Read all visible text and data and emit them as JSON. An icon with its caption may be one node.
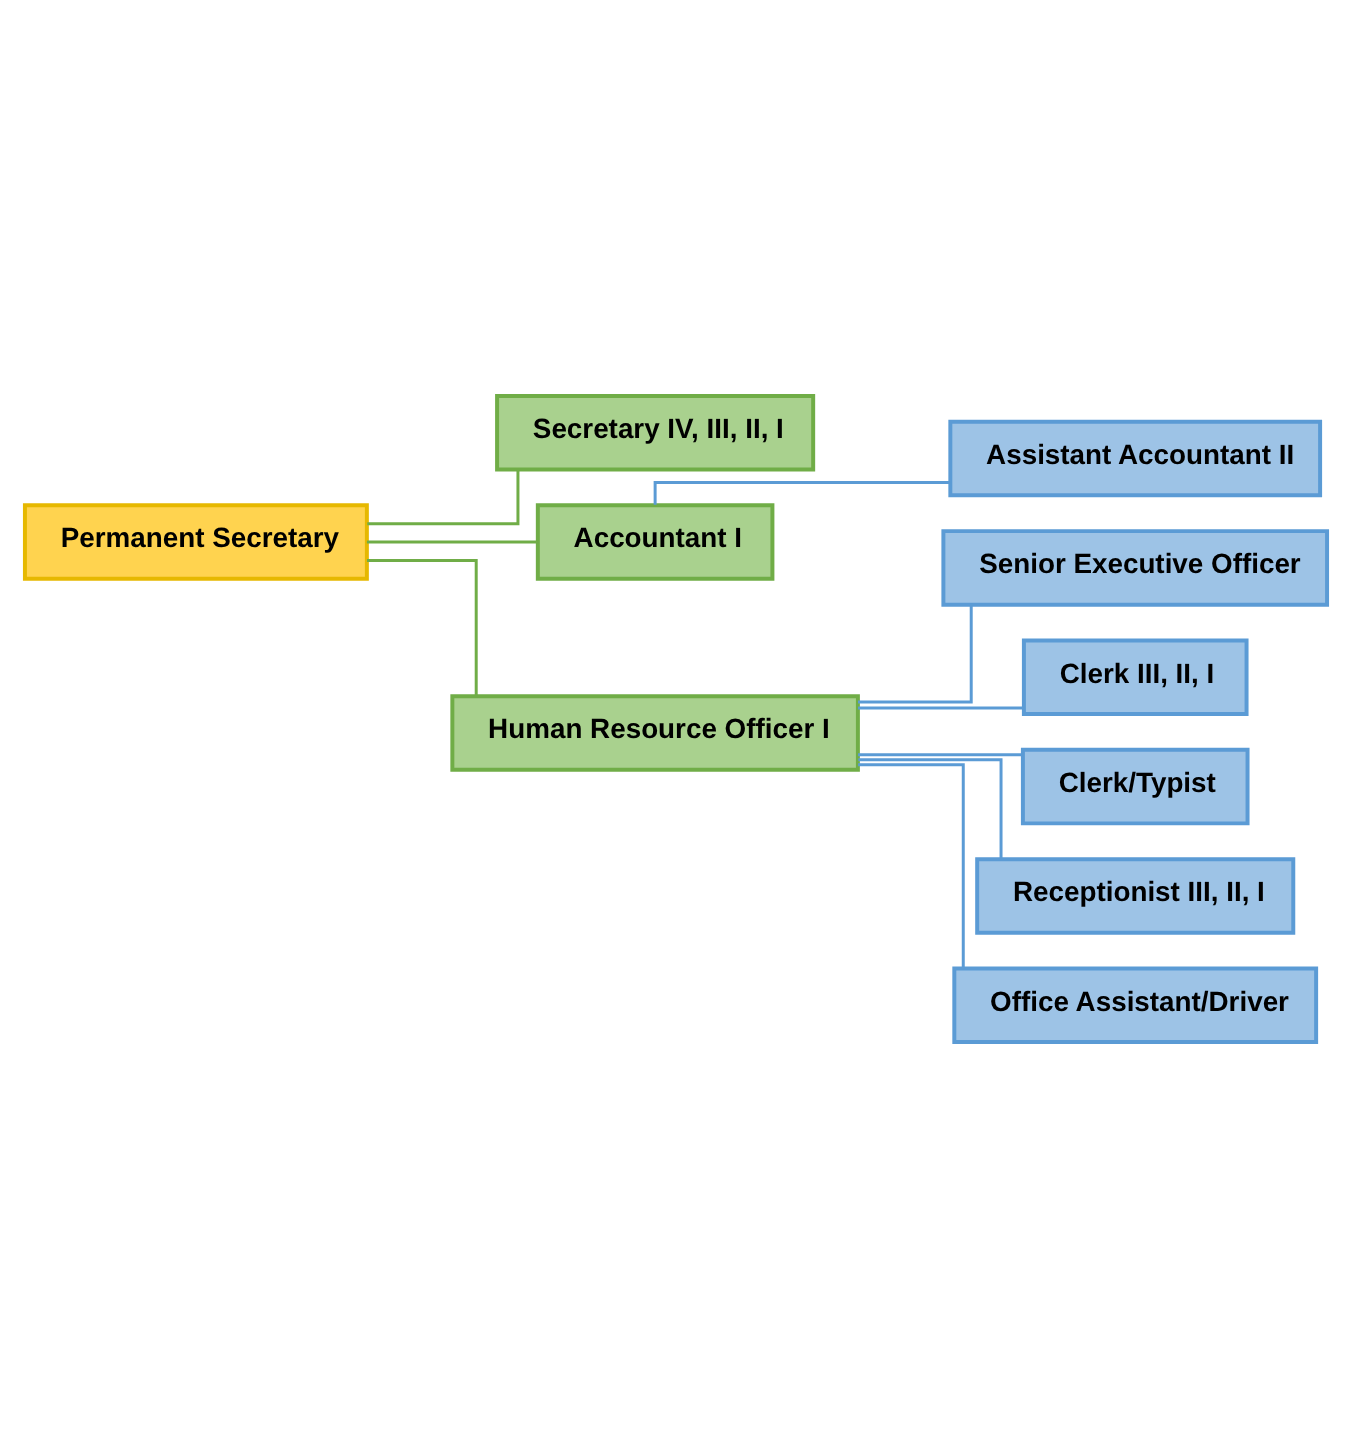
{
  "diagram": {
    "nodes": [
      {
        "text": [
          "Permanent Secretary"
        ]
      },
      {
        "text": [
          "Secretary IV, III, II, I"
        ]
      },
      {
        "text": [
          "Accountant I"
        ]
      },
      {
        "text": [
          "Human Resource Officer I"
        ]
      },
      {
        "text": [
          "Assistant Accountant II"
        ]
      },
      {
        "text": [
          "Senior Executive Officer"
        ]
      },
      {
        "text": [
          "Clerk III, II, I"
        ]
      },
      {
        "text": [
          "Clerk/Typist"
        ]
      },
      {
        "text": [
          "Receptionist III, II, I"
        ]
      },
      {
        "text": [
          "Office Assistant/Driver"
        ]
      }
    ],
    "edges": [
      {
        "from": 0,
        "to": 1,
        "arrow": "none",
        "color": "#70ad47"
      },
      {
        "from": 0,
        "to": 2,
        "arrow": "none",
        "color": "#70ad47"
      },
      {
        "from": 0,
        "to": 3,
        "arrow": "none",
        "color": "#70ad47"
      },
      {
        "from": 2,
        "to": 4,
        "arrow": "none"
      },
      {
        "from": 3,
        "to": 5,
        "arrow": "none"
      },
      {
        "from": 3,
        "to": 6,
        "arrow": "none"
      },
      {
        "from": 3,
        "to": 7,
        "arrow": "none"
      },
      {
        "from": 3,
        "to": 8,
        "arrow": "none"
      },
      {
        "from": 3,
        "to": 9,
        "arrow": "none"
      }
    ]
  }
}
